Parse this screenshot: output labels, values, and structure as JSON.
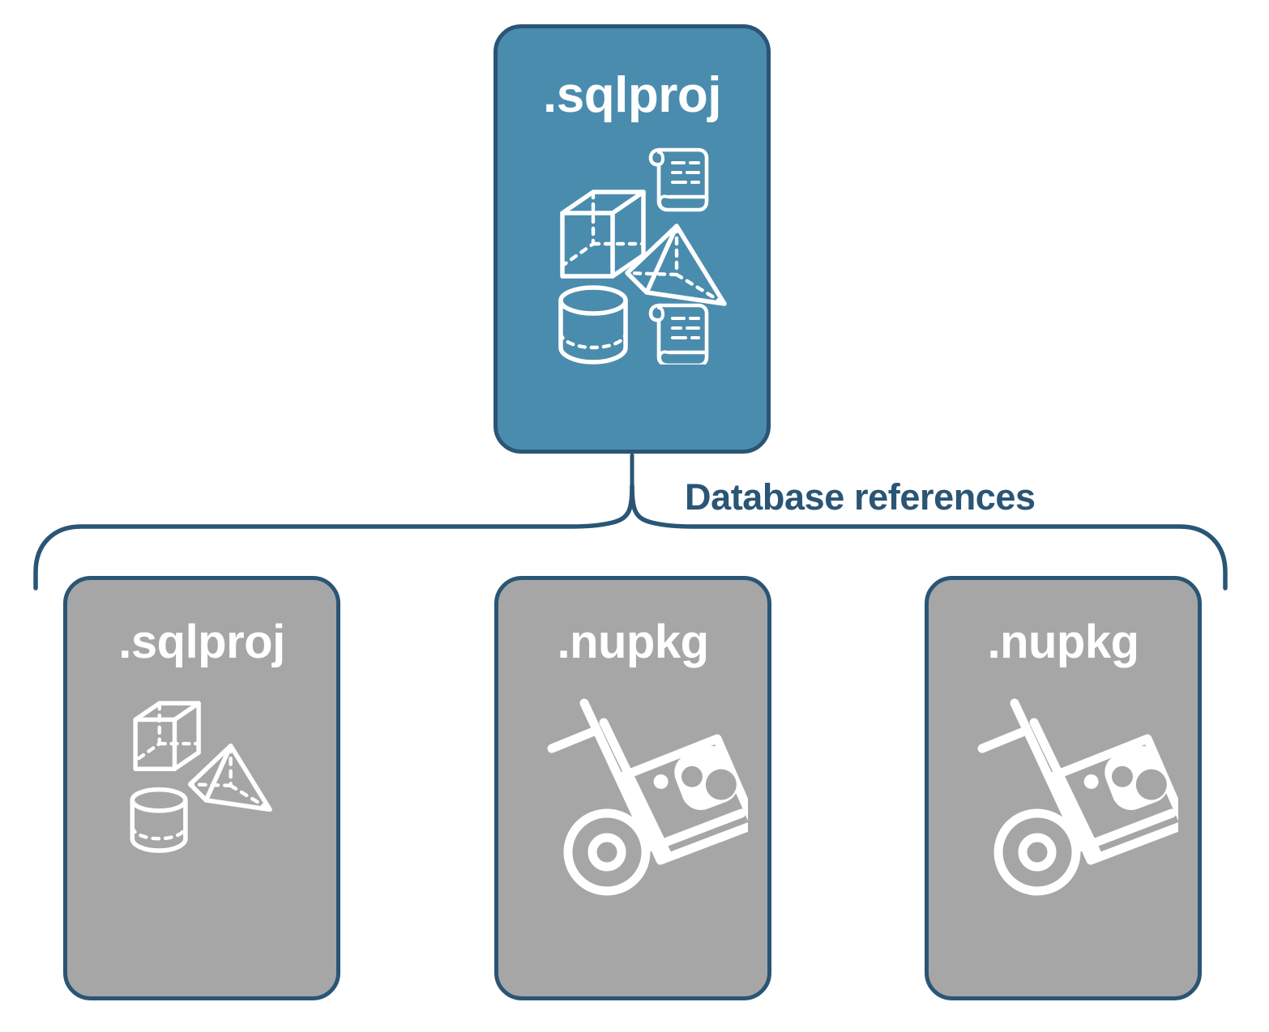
{
  "diagram": {
    "title": "SQL project database references",
    "background_color": "#ffffff",
    "accent_blue": "#4a8cae",
    "outline_navy": "#2a5575",
    "node_gray": "#a6a6a6",
    "icon_white": "#ffffff"
  },
  "top_node": {
    "label": ".sqlproj",
    "fill_color": "#4a8cae",
    "icons": [
      "cube-icon",
      "scroll-icon",
      "pyramid-icon",
      "cylinder-icon",
      "scroll-icon"
    ]
  },
  "connector": {
    "label": "Database references",
    "label_color": "#2a5575",
    "style": "curly-brace"
  },
  "reference_nodes": [
    {
      "label": ".sqlproj",
      "fill_color": "#a6a6a6",
      "icons": [
        "cube-icon",
        "pyramid-icon",
        "cylinder-icon"
      ]
    },
    {
      "label": ".nupkg",
      "fill_color": "#a6a6a6",
      "icons": [
        "hand-truck-icon",
        "nuget-package-icon"
      ]
    },
    {
      "label": ".nupkg",
      "fill_color": "#a6a6a6",
      "icons": [
        "hand-truck-icon",
        "nuget-package-icon"
      ]
    }
  ]
}
